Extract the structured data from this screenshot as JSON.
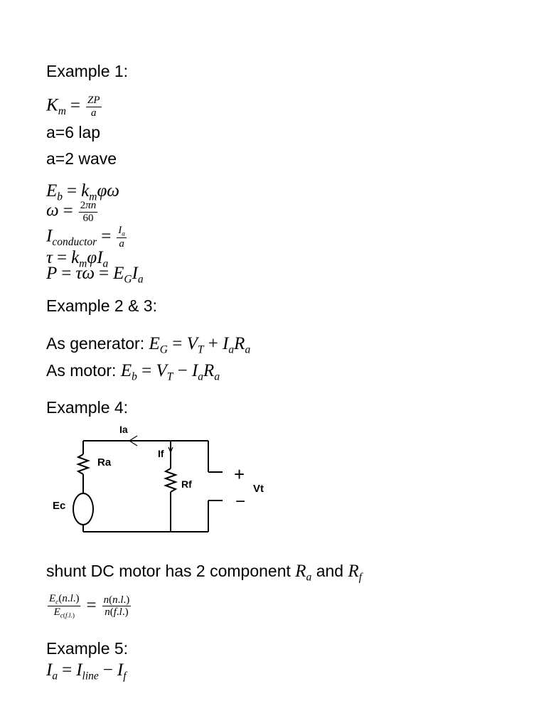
{
  "headings": {
    "ex1": "Example 1:",
    "ex23": "Example 2 & 3:",
    "ex4": "Example 4:",
    "ex5": "Example 5:"
  },
  "lines": {
    "lap": "a=6 lap",
    "wave": "a=2 wave",
    "as_generator": "As generator: ",
    "as_motor": "As motor: ",
    "shunt_text": "shunt DC motor has 2 component ",
    "and_word": " and "
  },
  "formulas": {
    "km_lhs": "K",
    "km_sub": "m",
    "km_num": "ZP",
    "km_den": "a",
    "two_pi_n": "2πn",
    "sixty": "60"
  },
  "circuit": {
    "labels": {
      "ia": "Ia",
      "if": "If",
      "ra": "Ra",
      "rf": "Rf",
      "ec": "Ec",
      "vt": "Vt",
      "plus": "+",
      "minus": "−"
    }
  }
}
